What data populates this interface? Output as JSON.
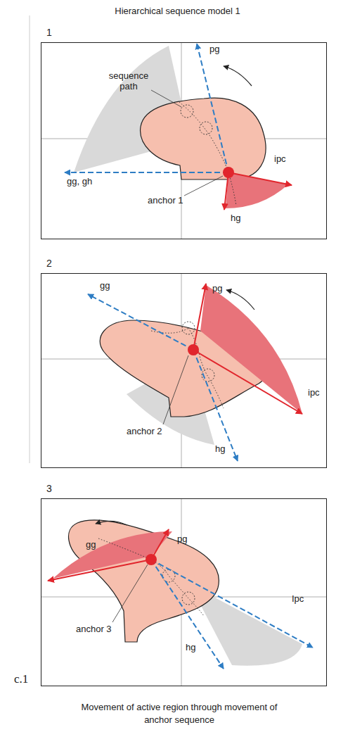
{
  "diagram": {
    "title": "Hierarchical sequence model 1",
    "caption": "Movement of active region through movement of anchor sequence",
    "nodes": [
      {
        "text": [
          "1"
        ]
      },
      {
        "text": [
          "2"
        ]
      },
      {
        "text": [
          "3"
        ]
      }
    ],
    "labels": [
      "sequence path",
      "pg",
      "gg, gh",
      "ipc",
      "anchor 1",
      "hg",
      "pg",
      "gg",
      "ipc",
      "anchor 2",
      "hg",
      "gg",
      "pg",
      "Ipc",
      "anchor 3",
      "hg",
      "c.1"
    ]
  }
}
